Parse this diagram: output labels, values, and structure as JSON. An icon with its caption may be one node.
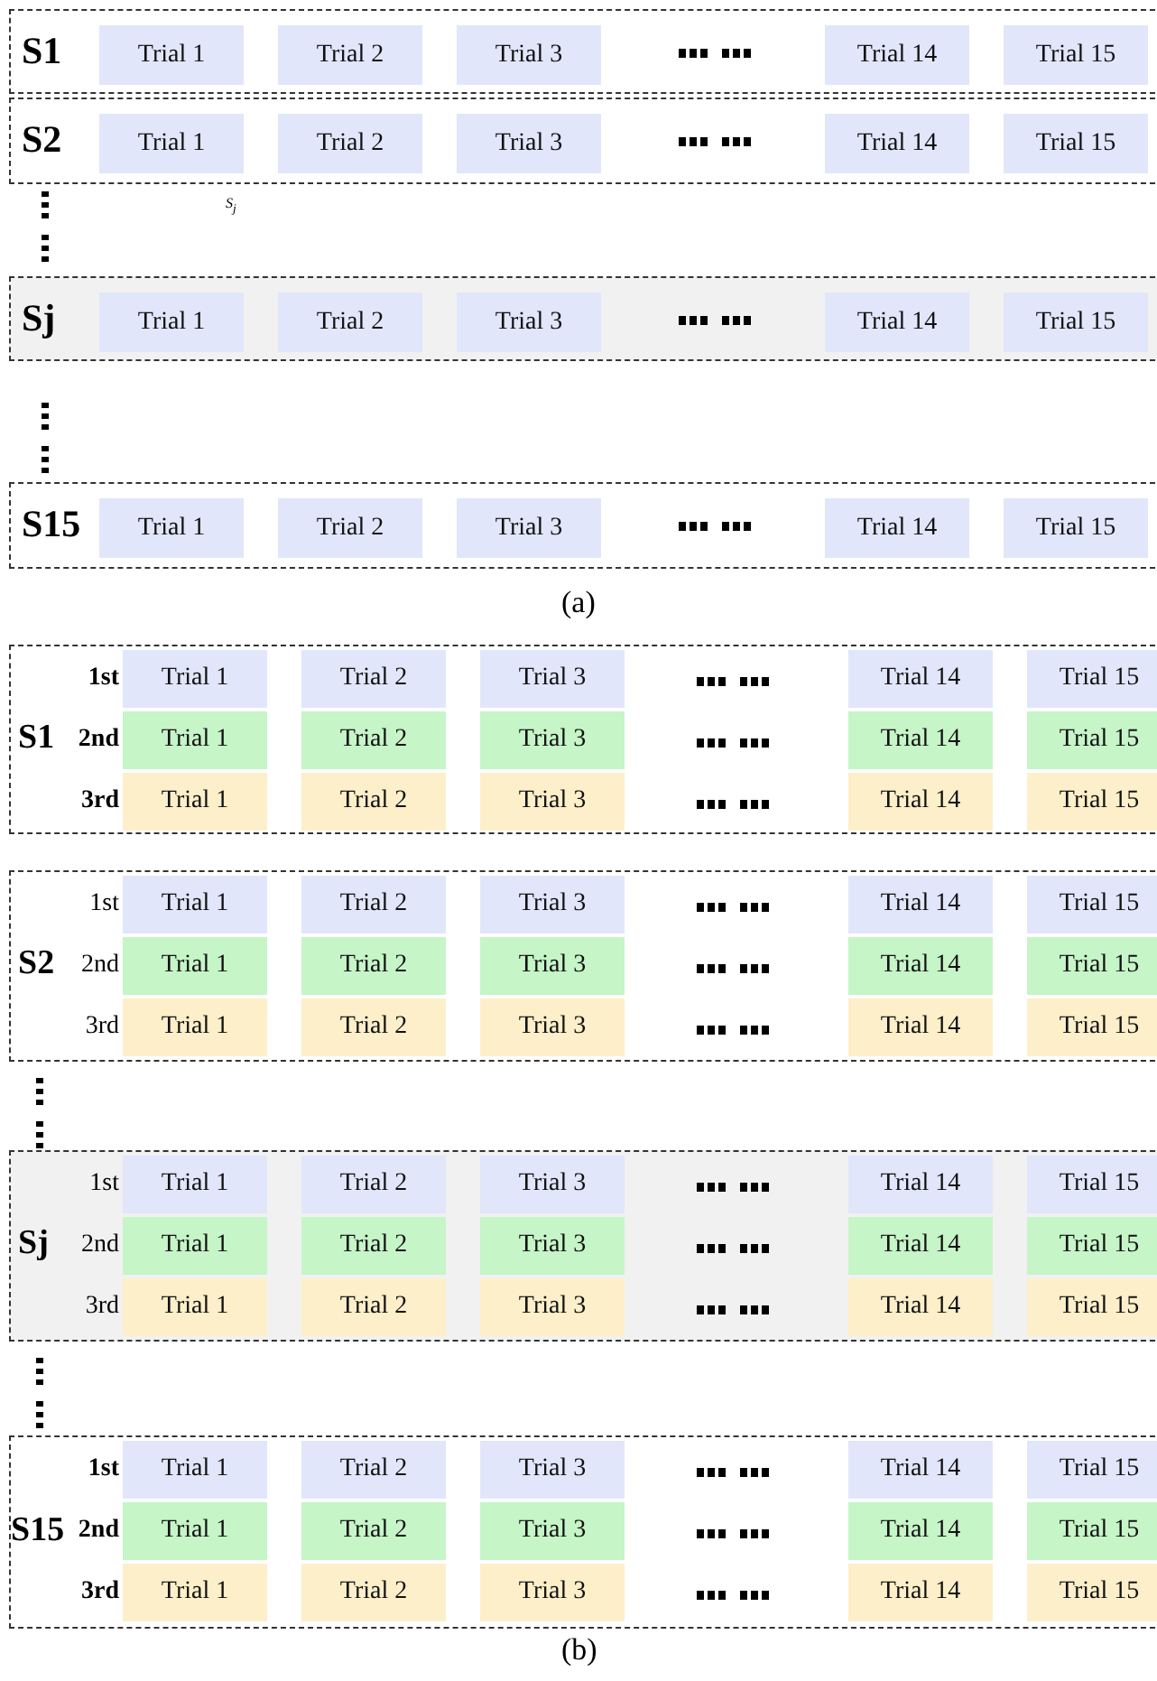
{
  "diagram": {
    "nodes": [
      {
        "text": [
          "S1"
        ]
      },
      {
        "text": [
          "Trial 1"
        ],
        "in": 0
      },
      {
        "text": [
          "Trial 2"
        ],
        "in": 0
      },
      {
        "text": [
          "Trial 3"
        ],
        "in": 0
      },
      {
        "text": [
          "Trial 14"
        ],
        "in": 0
      },
      {
        "text": [
          "Trial 15"
        ],
        "in": 0
      },
      {
        "text": [
          "S2"
        ]
      },
      {
        "text": [
          "Trial 1"
        ],
        "in": 6
      },
      {
        "text": [
          "Trial 2"
        ],
        "in": 6
      },
      {
        "text": [
          "Trial 3"
        ],
        "in": 6
      },
      {
        "text": [
          "Trial 14"
        ],
        "in": 6
      },
      {
        "text": [
          "Trial 15"
        ],
        "in": 6
      },
      {
        "text": [
          "Sj"
        ]
      },
      {
        "text": [
          "Trial 1"
        ],
        "in": 12
      },
      {
        "text": [
          "Trial 2"
        ],
        "in": 12
      },
      {
        "text": [
          "Trial 3"
        ],
        "in": 12
      },
      {
        "text": [
          "Trial 14"
        ],
        "in": 12
      },
      {
        "text": [
          "Trial 15"
        ],
        "in": 12
      },
      {
        "text": [
          "S15"
        ]
      },
      {
        "text": [
          "Trial 1"
        ],
        "in": 18
      },
      {
        "text": [
          "Trial 2"
        ],
        "in": 18
      },
      {
        "text": [
          "Trial 3"
        ],
        "in": 18
      },
      {
        "text": [
          "Trial 14"
        ],
        "in": 18
      },
      {
        "text": [
          "Trial 15"
        ],
        "in": 18
      },
      {
        "text": [
          "S1",
          "1st",
          "2nd",
          "3rd"
        ]
      },
      {
        "text": [
          "Trial 1"
        ],
        "in": 24
      },
      {
        "text": [
          "Trial 2"
        ],
        "in": 24
      },
      {
        "text": [
          "Trial 3"
        ],
        "in": 24
      },
      {
        "text": [
          "Trial 14"
        ],
        "in": 24
      },
      {
        "text": [
          "Trial 15"
        ],
        "in": 24
      },
      {
        "text": [
          "Trial 1"
        ],
        "in": 24
      },
      {
        "text": [
          "Trial 2"
        ],
        "in": 24
      },
      {
        "text": [
          "Trial 3"
        ],
        "in": 24
      },
      {
        "text": [
          "Trial 14"
        ],
        "in": 24
      },
      {
        "text": [
          "Trial 15"
        ],
        "in": 24
      },
      {
        "text": [
          "Trial 1"
        ],
        "in": 24
      },
      {
        "text": [
          "Trial 2"
        ],
        "in": 24
      },
      {
        "text": [
          "Trial 3"
        ],
        "in": 24
      },
      {
        "text": [
          "Trial 14"
        ],
        "in": 24
      },
      {
        "text": [
          "Trial 15"
        ],
        "in": 24
      },
      {
        "text": [
          "S2",
          "1st",
          "2nd",
          "3rd"
        ]
      },
      {
        "text": [
          "Trial 1"
        ],
        "in": 40
      },
      {
        "text": [
          "Trial 2"
        ],
        "in": 40
      },
      {
        "text": [
          "Trial 3"
        ],
        "in": 40
      },
      {
        "text": [
          "Trial 14"
        ],
        "in": 40
      },
      {
        "text": [
          "Trial 15"
        ],
        "in": 40
      },
      {
        "text": [
          "Trial 1"
        ],
        "in": 40
      },
      {
        "text": [
          "Trial 2"
        ],
        "in": 40
      },
      {
        "text": [
          "Trial 3"
        ],
        "in": 40
      },
      {
        "text": [
          "Trial 14"
        ],
        "in": 40
      },
      {
        "text": [
          "Trial 15"
        ],
        "in": 40
      },
      {
        "text": [
          "Trial 1"
        ],
        "in": 40
      },
      {
        "text": [
          "Trial 2"
        ],
        "in": 40
      },
      {
        "text": [
          "Trial 3"
        ],
        "in": 40
      },
      {
        "text": [
          "Trial 14"
        ],
        "in": 40
      },
      {
        "text": [
          "Trial 15"
        ],
        "in": 40
      },
      {
        "text": [
          "Sj",
          "1st",
          "2nd",
          "3rd"
        ]
      },
      {
        "text": [
          "Trial 1"
        ],
        "in": 56
      },
      {
        "text": [
          "Trial 2"
        ],
        "in": 56
      },
      {
        "text": [
          "Trial 3"
        ],
        "in": 56
      },
      {
        "text": [
          "Trial 14"
        ],
        "in": 56
      },
      {
        "text": [
          "Trial 15"
        ],
        "in": 56
      },
      {
        "text": [
          "Trial 1"
        ],
        "in": 56
      },
      {
        "text": [
          "Trial 2"
        ],
        "in": 56
      },
      {
        "text": [
          "Trial 3"
        ],
        "in": 56
      },
      {
        "text": [
          "Trial 14"
        ],
        "in": 56
      },
      {
        "text": [
          "Trial 15"
        ],
        "in": 56
      },
      {
        "text": [
          "Trial 1"
        ],
        "in": 56
      },
      {
        "text": [
          "Trial 2"
        ],
        "in": 56
      },
      {
        "text": [
          "Trial 3"
        ],
        "in": 56
      },
      {
        "text": [
          "Trial 14"
        ],
        "in": 56
      },
      {
        "text": [
          "Trial 15"
        ],
        "in": 56
      },
      {
        "text": [
          "S15",
          "1st",
          "2nd",
          "3rd"
        ]
      },
      {
        "text": [
          "Trial 1"
        ],
        "in": 72
      },
      {
        "text": [
          "Trial 2"
        ],
        "in": 72
      },
      {
        "text": [
          "Trial 3"
        ],
        "in": 72
      },
      {
        "text": [
          "Trial 14"
        ],
        "in": 72
      },
      {
        "text": [
          "Trial 15"
        ],
        "in": 72
      },
      {
        "text": [
          "Trial 1"
        ],
        "in": 72
      },
      {
        "text": [
          "Trial 2"
        ],
        "in": 72
      },
      {
        "text": [
          "Trial 3"
        ],
        "in": 72
      },
      {
        "text": [
          "Trial 14"
        ],
        "in": 72
      },
      {
        "text": [
          "Trial 15"
        ],
        "in": 72
      },
      {
        "text": [
          "Trial 1"
        ],
        "in": 72
      },
      {
        "text": [
          "Trial 2"
        ],
        "in": 72
      },
      {
        "text": [
          "Trial 3"
        ],
        "in": 72
      },
      {
        "text": [
          "Trial 14"
        ],
        "in": 72
      },
      {
        "text": [
          "Trial 15"
        ],
        "in": 72
      }
    ],
    "labels": [
      "S$_{j}$",
      "(a)",
      "(b)"
    ]
  }
}
